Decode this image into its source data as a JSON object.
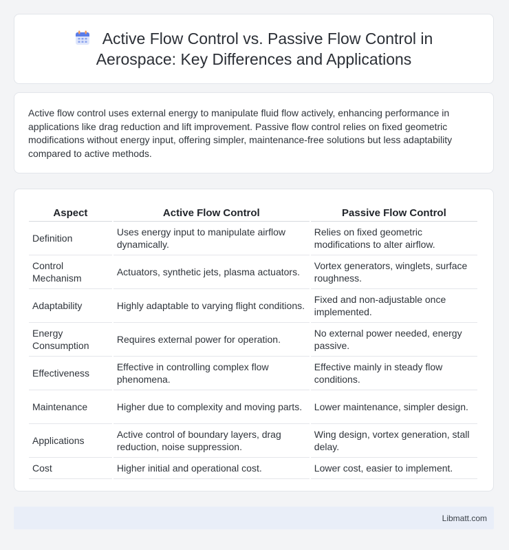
{
  "header": {
    "title": "Active Flow Control vs. Passive Flow Control in Aerospace: Key Differences and Applications",
    "icon": "calendar-icon"
  },
  "intro": {
    "text": "Active flow control uses external energy to manipulate fluid flow actively, enhancing performance in applications like drag reduction and lift improvement. Passive flow control relies on fixed geometric modifications without energy input, offering simpler, maintenance-free solutions but less adaptability compared to active methods."
  },
  "table": {
    "headers": [
      "Aspect",
      "Active Flow Control",
      "Passive Flow Control"
    ],
    "rows": [
      [
        "Definition",
        "Uses energy input to manipulate airflow dynamically.",
        "Relies on fixed geometric modifications to alter airflow."
      ],
      [
        "Control Mechanism",
        "Actuators, synthetic jets, plasma actuators.",
        "Vortex generators, winglets, surface roughness."
      ],
      [
        "Adaptability",
        "Highly adaptable to varying flight conditions.",
        "Fixed and non-adjustable once implemented."
      ],
      [
        "Energy Consumption",
        "Requires external power for operation.",
        "No external power needed, energy passive."
      ],
      [
        "Effectiveness",
        "Effective in controlling complex flow phenomena.",
        "Effective mainly in steady flow conditions."
      ],
      [
        "Maintenance",
        "Higher due to complexity and moving parts.",
        "Lower maintenance, simpler design."
      ],
      [
        "Applications",
        "Active control of boundary layers, drag reduction, noise suppression.",
        "Wing design, vortex generation, stall delay."
      ],
      [
        "Cost",
        "Higher initial and operational cost.",
        "Lower cost, easier to implement."
      ]
    ]
  },
  "footer": {
    "brand": "Libmatt.com"
  }
}
